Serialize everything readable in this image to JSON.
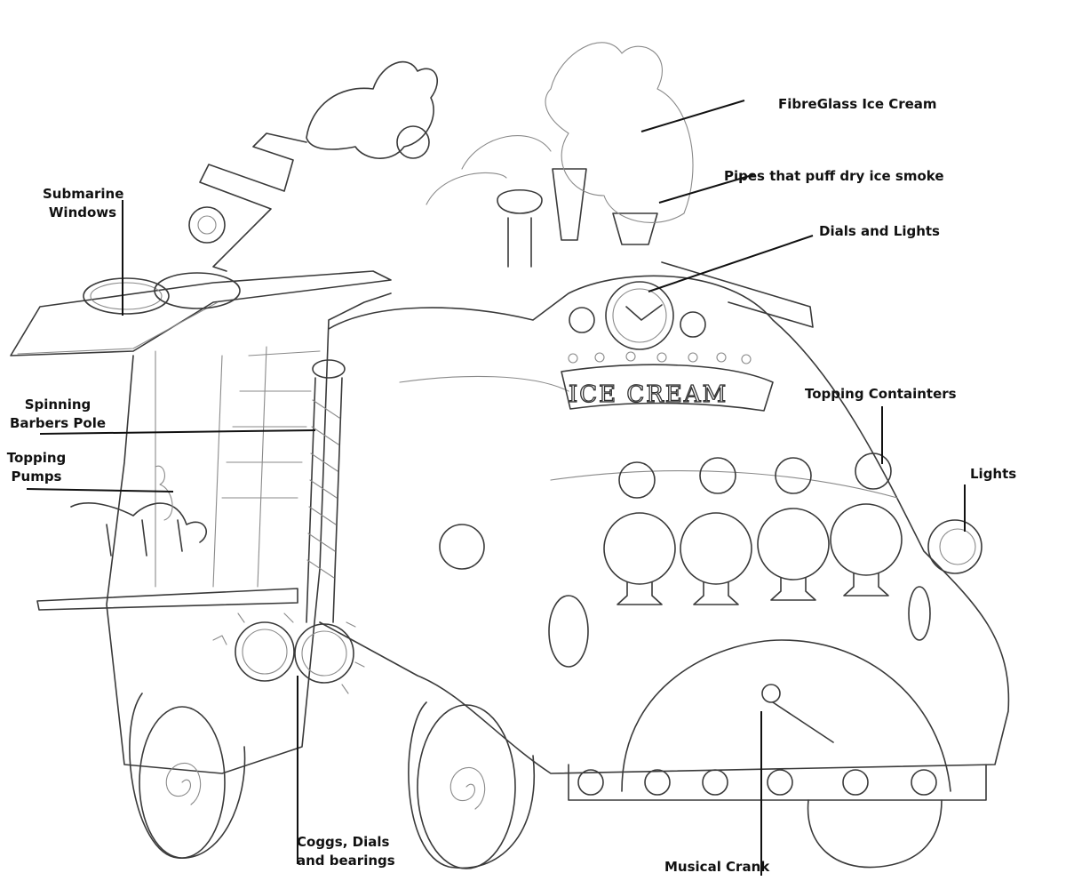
{
  "labels": {
    "fibreglass": "FibreGlass Ice Cream",
    "pipes": "Pipes that puff dry ice smoke",
    "dials_lights": "Dials and Lights",
    "submarine_1": "Submarine",
    "submarine_2": "Windows",
    "barbers_1": "Spinning",
    "barbers_2": "Barbers Pole",
    "pumps_1": "Topping",
    "pumps_2": "Pumps",
    "containers": "Topping Containters",
    "lights": "Lights",
    "coggs_1": "Coggs, Dials",
    "coggs_2": "and bearings",
    "crank": "Musical Crank"
  },
  "sign": {
    "text": "ICE CREAM"
  }
}
